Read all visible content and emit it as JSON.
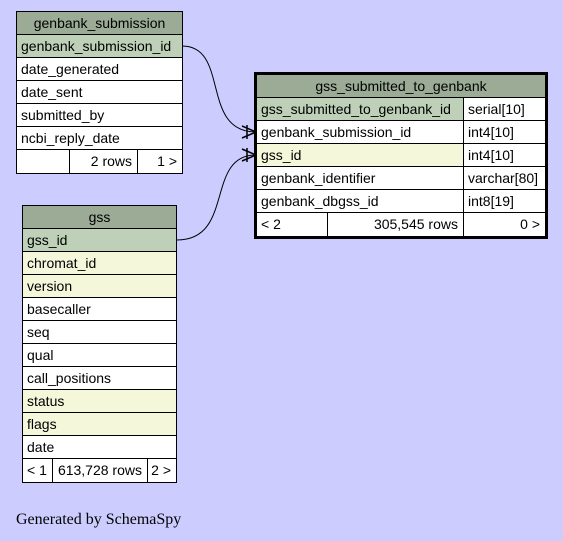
{
  "tables": {
    "genbank_submission": {
      "name": "genbank_submission",
      "columns": [
        "genbank_submission_id",
        "date_generated",
        "date_sent",
        "submitted_by",
        "ncbi_reply_date"
      ],
      "footer": {
        "rows": "2 rows",
        "children": "1 >"
      }
    },
    "gss": {
      "name": "gss",
      "columns": [
        "gss_id",
        "chromat_id",
        "version",
        "basecaller",
        "seq",
        "qual",
        "call_positions",
        "status",
        "flags",
        "date"
      ],
      "footer": {
        "parents": "< 1",
        "rows": "613,728 rows",
        "children": "2 >"
      }
    },
    "gss_submitted_to_genbank": {
      "name": "gss_submitted_to_genbank",
      "columns": [
        {
          "name": "gss_submitted_to_genbank_id",
          "type": "serial[10]"
        },
        {
          "name": "genbank_submission_id",
          "type": "int4[10]"
        },
        {
          "name": "gss_id",
          "type": "int4[10]"
        },
        {
          "name": "genbank_identifier",
          "type": "varchar[80]"
        },
        {
          "name": "genbank_dbgss_id",
          "type": "int8[19]"
        }
      ],
      "footer": {
        "parents": "< 2",
        "rows": "305,545 rows",
        "children": "0 >"
      }
    }
  },
  "colors": {
    "background": "#ccccff",
    "header": "#9bab96",
    "primary_key": "#bed1b8",
    "foreign_key": "#f4f7da"
  },
  "footer_text": "Generated by SchemaSpy"
}
